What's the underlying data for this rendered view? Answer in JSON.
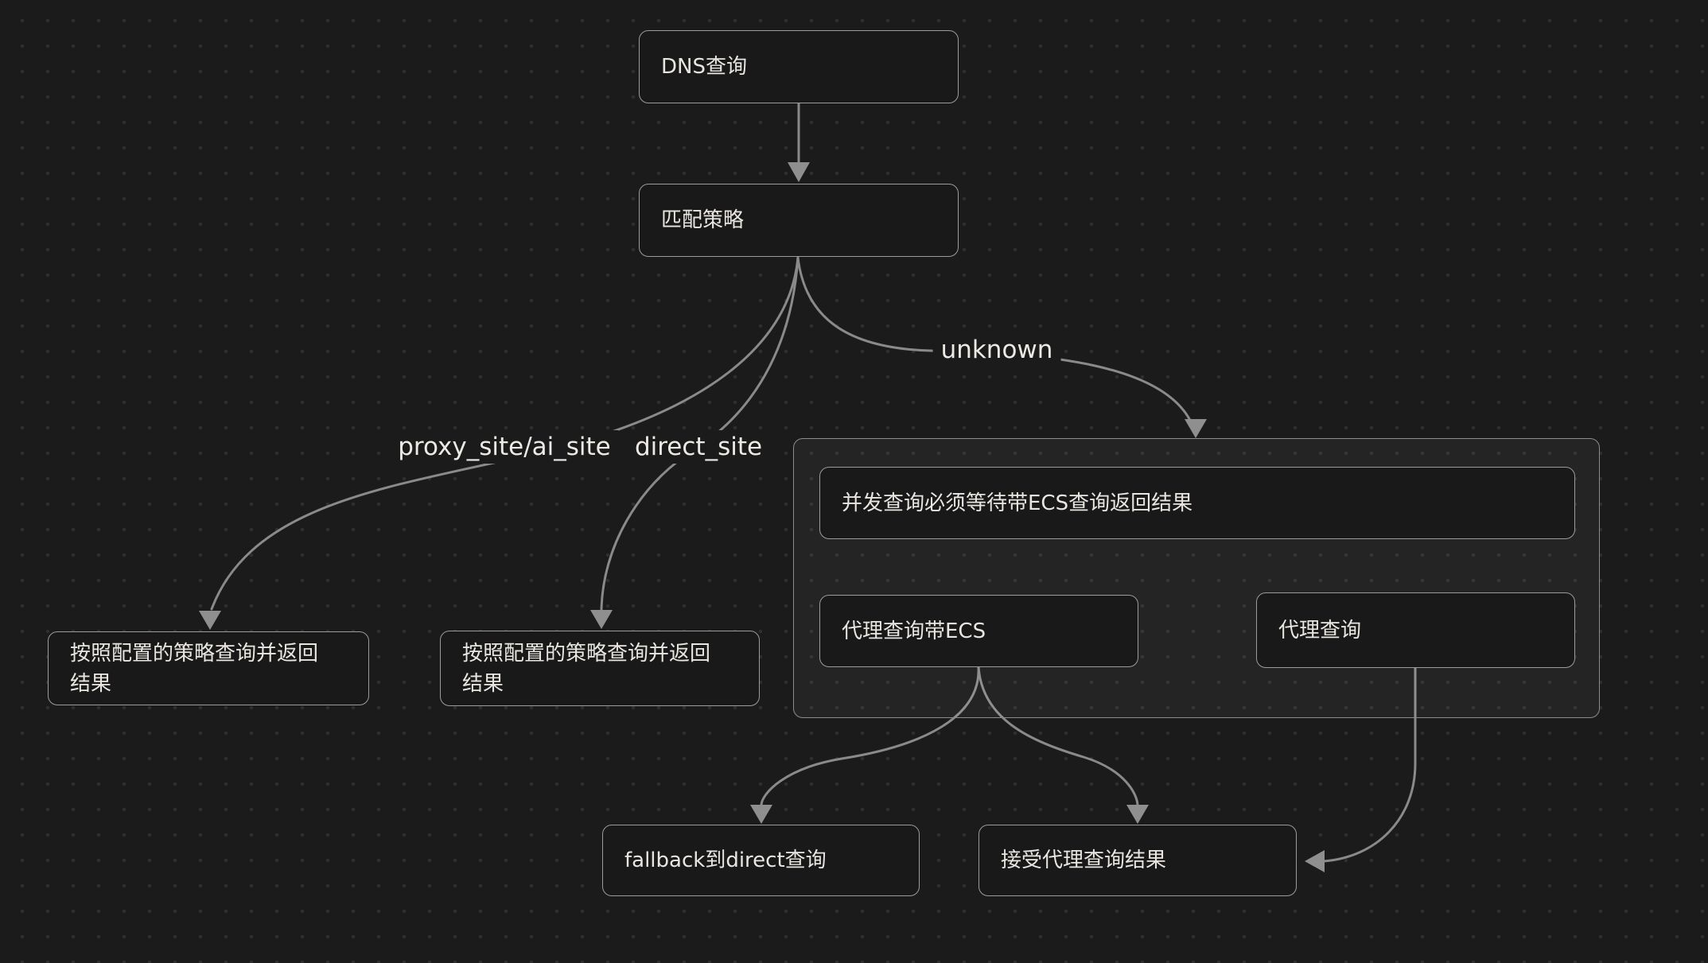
{
  "colors": {
    "background": "#1b1b1b",
    "grid_dot": "#2f2f2f",
    "node_fill": "#191919",
    "node_border": "#9c9c9c",
    "cluster_fill": "rgba(255,255,255,0.045)",
    "cluster_border": "#8d8d8d",
    "edge_line": "#8a8a8a",
    "arrowhead": "#8f8f8f",
    "text": "#e9e6e1"
  },
  "nodes": {
    "dns_query": {
      "label": "DNS查询"
    },
    "match_policy": {
      "label": "匹配策略"
    },
    "left_result": {
      "label": "按照配置的策略查询并返回结果"
    },
    "mid_result": {
      "label": "按照配置的策略查询并返回结果"
    },
    "concurrent_note": {
      "label": "并发查询必须等待带ECS查询返回结果"
    },
    "proxy_query_ecs": {
      "label": "代理查询带ECS"
    },
    "proxy_query": {
      "label": "代理查询"
    },
    "fallback_direct": {
      "label": "fallback到direct查询"
    },
    "accept_proxy_result": {
      "label": "接受代理查询结果"
    }
  },
  "edge_labels": {
    "proxy_ai": "proxy_site/ai_site",
    "direct": "direct_site",
    "unknown": "unknown"
  }
}
